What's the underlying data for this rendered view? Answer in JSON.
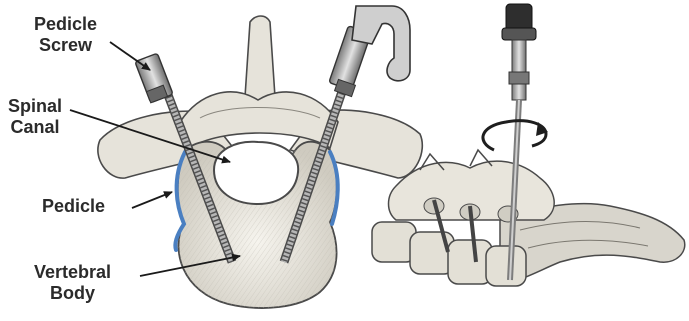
{
  "labels": {
    "pedicle_screw": "Pedicle\nScrew",
    "spinal_canal": "Spinal\nCanal",
    "pedicle": "Pedicle",
    "vertebral_body": "Vertebral\nBody"
  },
  "colors": {
    "bone_fill": "#e6e3da",
    "bone_stroke": "#4a4a4a",
    "pedicle_highlight": "#4a7fc1",
    "screw_metal": "#9a9a9a",
    "label_text": "#2b2b2b"
  }
}
